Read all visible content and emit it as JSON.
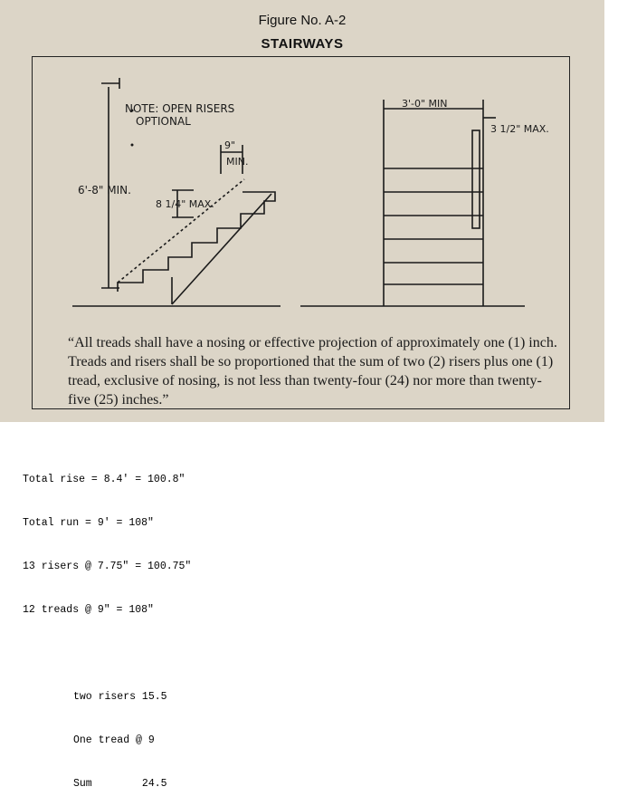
{
  "figure": {
    "title": "Figure No. A-2",
    "subtitle": "STAIRWAYS"
  },
  "drawing": {
    "note_line1": "NOTE: OPEN RISERS",
    "note_line2": "OPTIONAL",
    "height_label": "6'-8\" MIN.",
    "tread_label": "9\"",
    "tread_min": "MIN.",
    "riser_label": "8 1/4\" MAX.",
    "width_label": "3'-0\" MIN",
    "handrail_label": "3 1/2\" MAX."
  },
  "quote": "“All treads shall have a nosing or effective projection of approximately one (1) inch. Treads and risers shall be so proportioned that the sum of two (2) risers plus one (1) tread, exclusive of nosing, is not less than twenty-four (24) nor more than twenty-five (25) inches.”",
  "calculations": {
    "total_rise": "Total rise = 8.4' = 100.8\"",
    "total_run": "Total run = 9' = 108\"",
    "risers": "13 risers @ 7.75\" = 100.75\"",
    "treads": "12 treads @ 9\" = 108\"",
    "two_risers": "two risers 15.5",
    "one_tread": "One tread @ 9",
    "sum": "Sum        24.5"
  }
}
